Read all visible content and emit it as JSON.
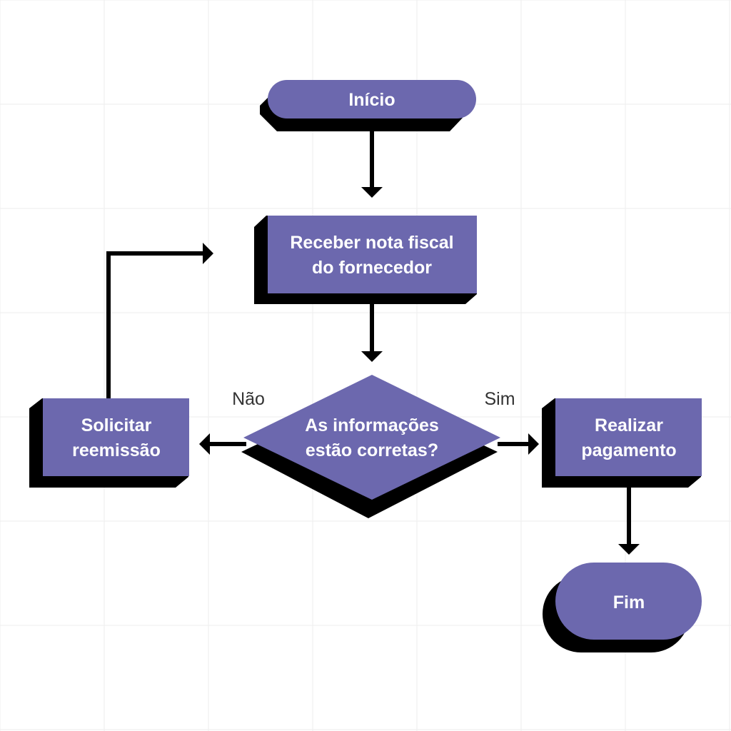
{
  "diagram": {
    "colors": {
      "node_fill": "#6c68ae",
      "shadow": "#000000",
      "text": "#ffffff",
      "edge_label": "#333333",
      "grid": "#eeeeee",
      "background": "#ffffff"
    },
    "nodes": {
      "start": {
        "label": "Início",
        "shape": "terminal"
      },
      "receive": {
        "line1": "Receber nota fiscal",
        "line2": "do fornecedor",
        "shape": "process"
      },
      "decision": {
        "line1": "As informações",
        "line2": "estão corretas?",
        "shape": "decision"
      },
      "reissue": {
        "line1": "Solicitar",
        "line2": "reemissão",
        "shape": "process"
      },
      "payment": {
        "line1": "Realizar",
        "line2": "pagamento",
        "shape": "process"
      },
      "end": {
        "label": "Fim",
        "shape": "terminal"
      }
    },
    "edges": {
      "no_label": "Não",
      "yes_label": "Sim"
    }
  }
}
